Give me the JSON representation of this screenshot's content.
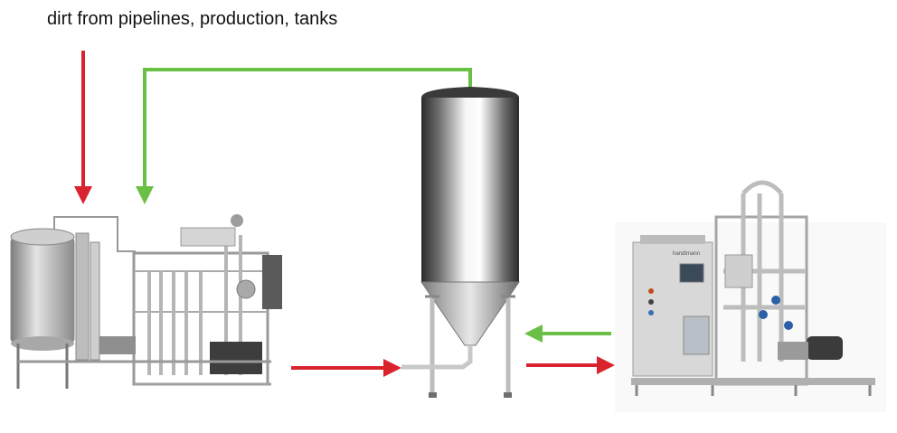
{
  "caption": "dirt from pipelines, production, tanks",
  "colors": {
    "dirty_flow": "#d9232e",
    "clean_flow": "#6abf45",
    "steel_dark": "#4a4a4a",
    "steel_light": "#e6e6e6",
    "panel": "#d8d8d8"
  },
  "images": {
    "cip_plant": "stainless CIP skid with tank and piping",
    "collection_tank": "conical stainless steel tank on legs",
    "treatment_unit": "filtration / treatment skid with control cabinet",
    "brand_on_cabinet": "handtmann"
  }
}
